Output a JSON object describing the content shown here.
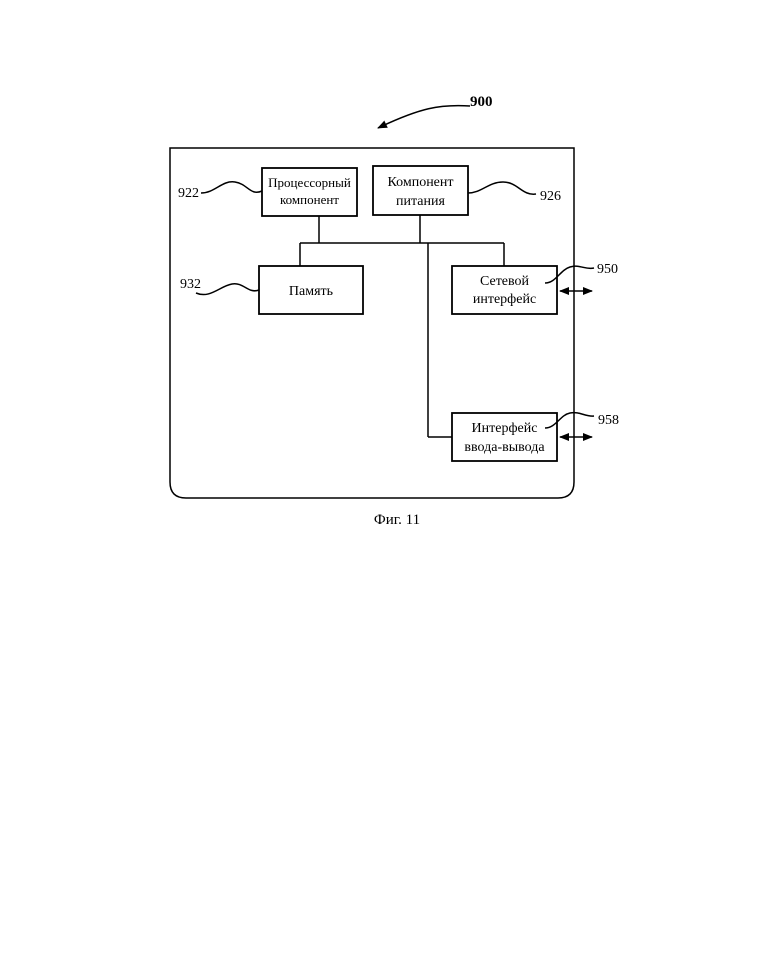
{
  "figure": {
    "device_ref": "900",
    "caption": "Фиг. 11"
  },
  "blocks": {
    "processor": {
      "line1": "Процессорный",
      "line2": "компонент",
      "ref": "922"
    },
    "power": {
      "line1": "Компонент",
      "line2": "питания",
      "ref": "926"
    },
    "memory": {
      "label": "Память",
      "ref": "932"
    },
    "network": {
      "line1": "Сетевой",
      "line2": "интерфейс",
      "ref": "950"
    },
    "io": {
      "line1": "Интерфейс",
      "line2": "ввода-вывода",
      "ref": "958"
    }
  }
}
